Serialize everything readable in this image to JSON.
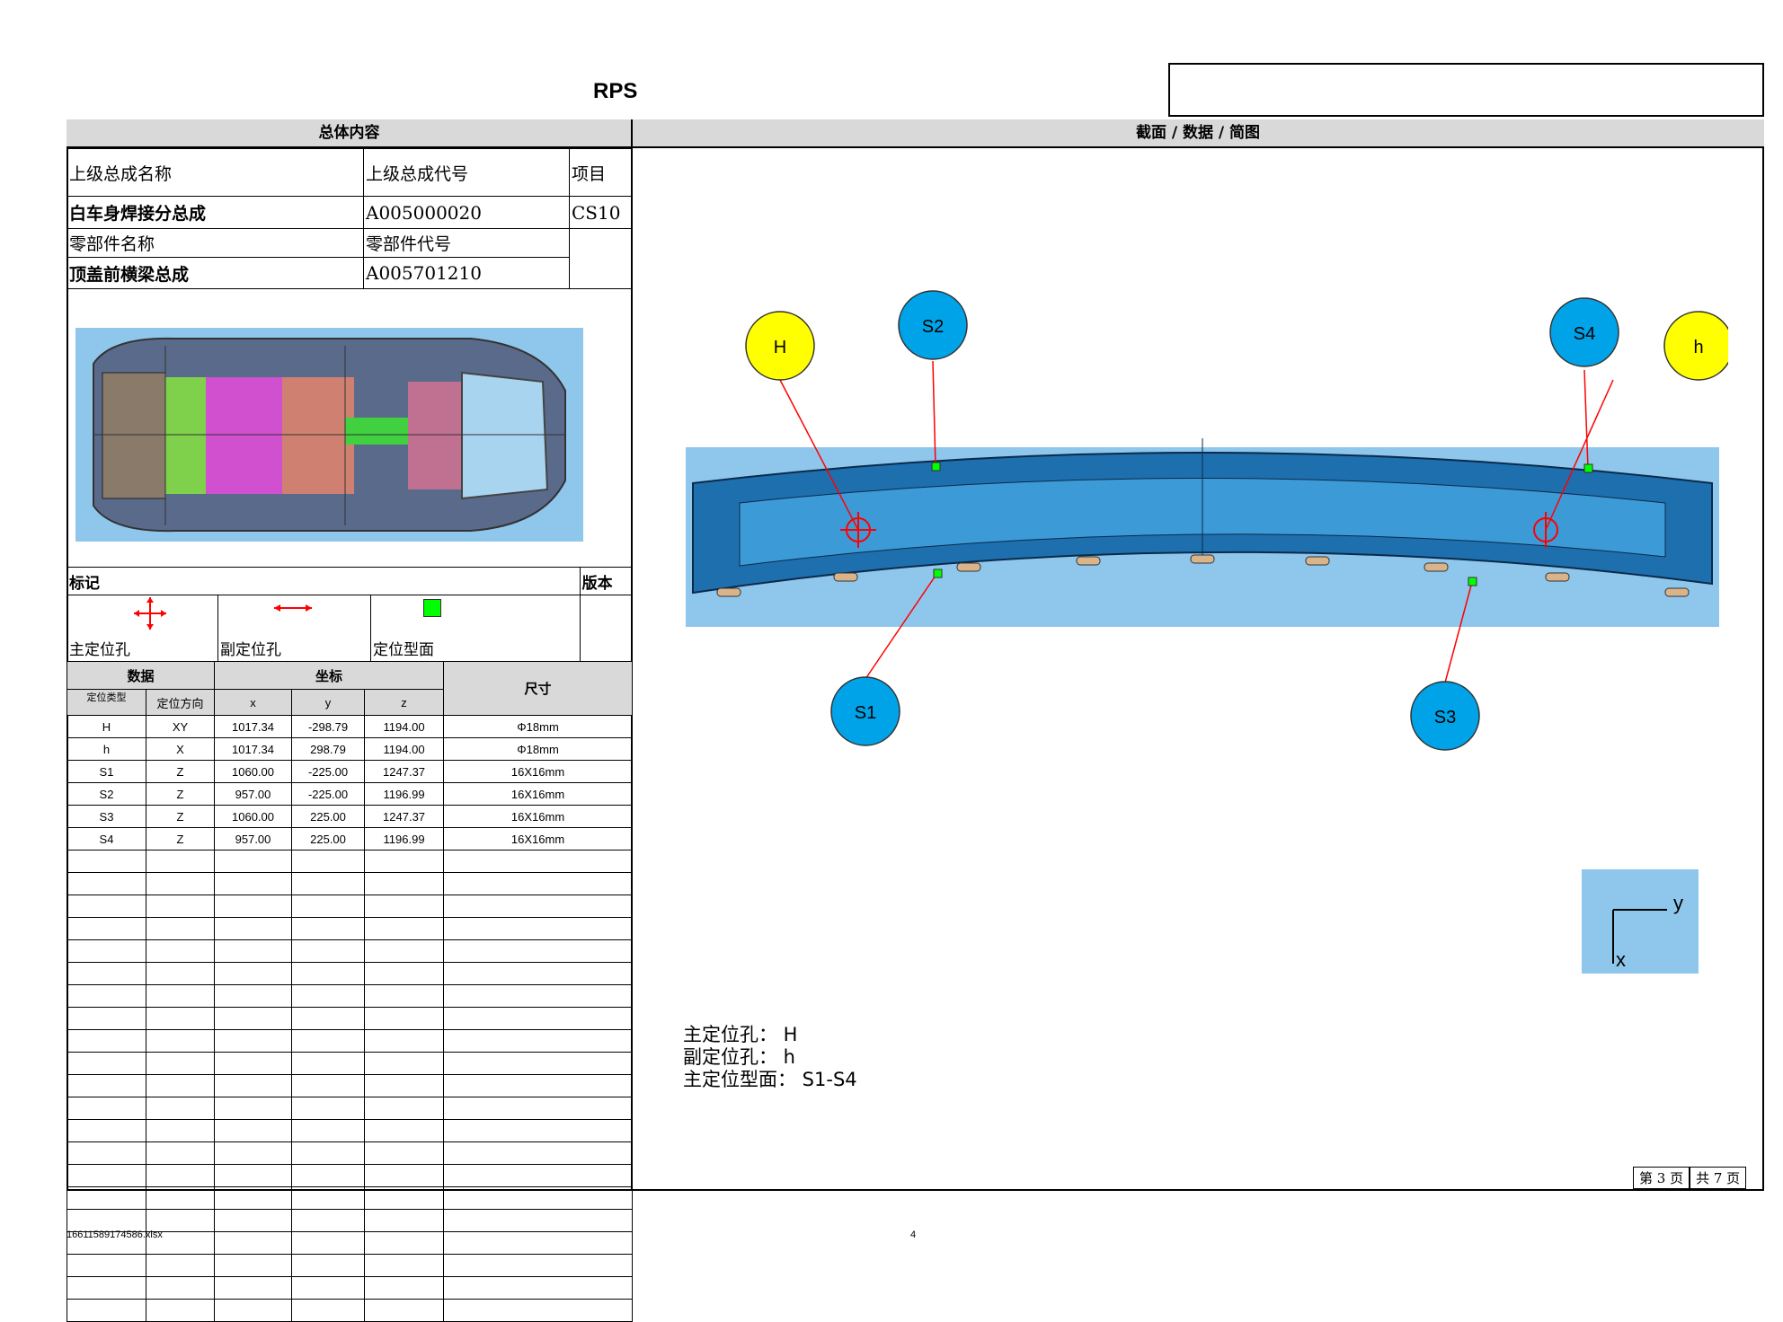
{
  "header": {
    "title": "RPS",
    "left_section": "总体内容",
    "right_section": "截面 / 数据 / 简图"
  },
  "info": {
    "parent_name_label": "上级总成名称",
    "parent_code_label": "上级总成代号",
    "project_label": "项目",
    "parent_name": "白车身焊接分总成",
    "parent_code": "A005000020",
    "project": "CS10",
    "part_name_label": "零部件名称",
    "part_code_label": "零部件代号",
    "part_name": "顶盖前横梁总成",
    "part_code": "A005701210"
  },
  "marks": {
    "mark_label": "标记",
    "version_label": "版本",
    "main_hole": "主定位孔",
    "sub_hole": "副定位孔",
    "surface": "定位型面"
  },
  "table": {
    "group_data": "数据",
    "group_coord": "坐标",
    "size_label": "尺寸",
    "type_label": "定位类型",
    "dir_label": "定位方向",
    "x_label": "x",
    "y_label": "y",
    "z_label": "z",
    "rows": [
      {
        "id": "H",
        "dir": "XY",
        "x": "1017.34",
        "y": "-298.79",
        "z": "1194.00",
        "size": "Φ18mm"
      },
      {
        "id": "h",
        "dir": "X",
        "x": "1017.34",
        "y": "298.79",
        "z": "1194.00",
        "size": "Φ18mm"
      },
      {
        "id": "S1",
        "dir": "Z",
        "x": "1060.00",
        "y": "-225.00",
        "z": "1247.37",
        "size": "16X16mm"
      },
      {
        "id": "S2",
        "dir": "Z",
        "x": "957.00",
        "y": "-225.00",
        "z": "1196.99",
        "size": "16X16mm"
      },
      {
        "id": "S3",
        "dir": "Z",
        "x": "1060.00",
        "y": "225.00",
        "z": "1247.37",
        "size": "16X16mm"
      },
      {
        "id": "S4",
        "dir": "Z",
        "x": "957.00",
        "y": "225.00",
        "z": "1196.99",
        "size": "16X16mm"
      }
    ]
  },
  "diagram": {
    "labels": {
      "H": "H",
      "h": "h",
      "S1": "S1",
      "S2": "S2",
      "S3": "S3",
      "S4": "S4"
    },
    "axis_y": "y",
    "axis_x": "x",
    "colors": {
      "yellow": "#ffff00",
      "blue": "#00a2e8",
      "bg": "#8ec6ec",
      "part": "#2a7fc0",
      "red": "#ff0000",
      "green": "#00ff00"
    }
  },
  "notes": {
    "line1": "主定位孔： H",
    "line2": "副定位孔： h",
    "line3": "主定位型面： S1-S4"
  },
  "footer": {
    "page_label": "第 3 页",
    "total_label": "共 7 页",
    "filename": "16611589174586.xlsx",
    "number": "4"
  }
}
